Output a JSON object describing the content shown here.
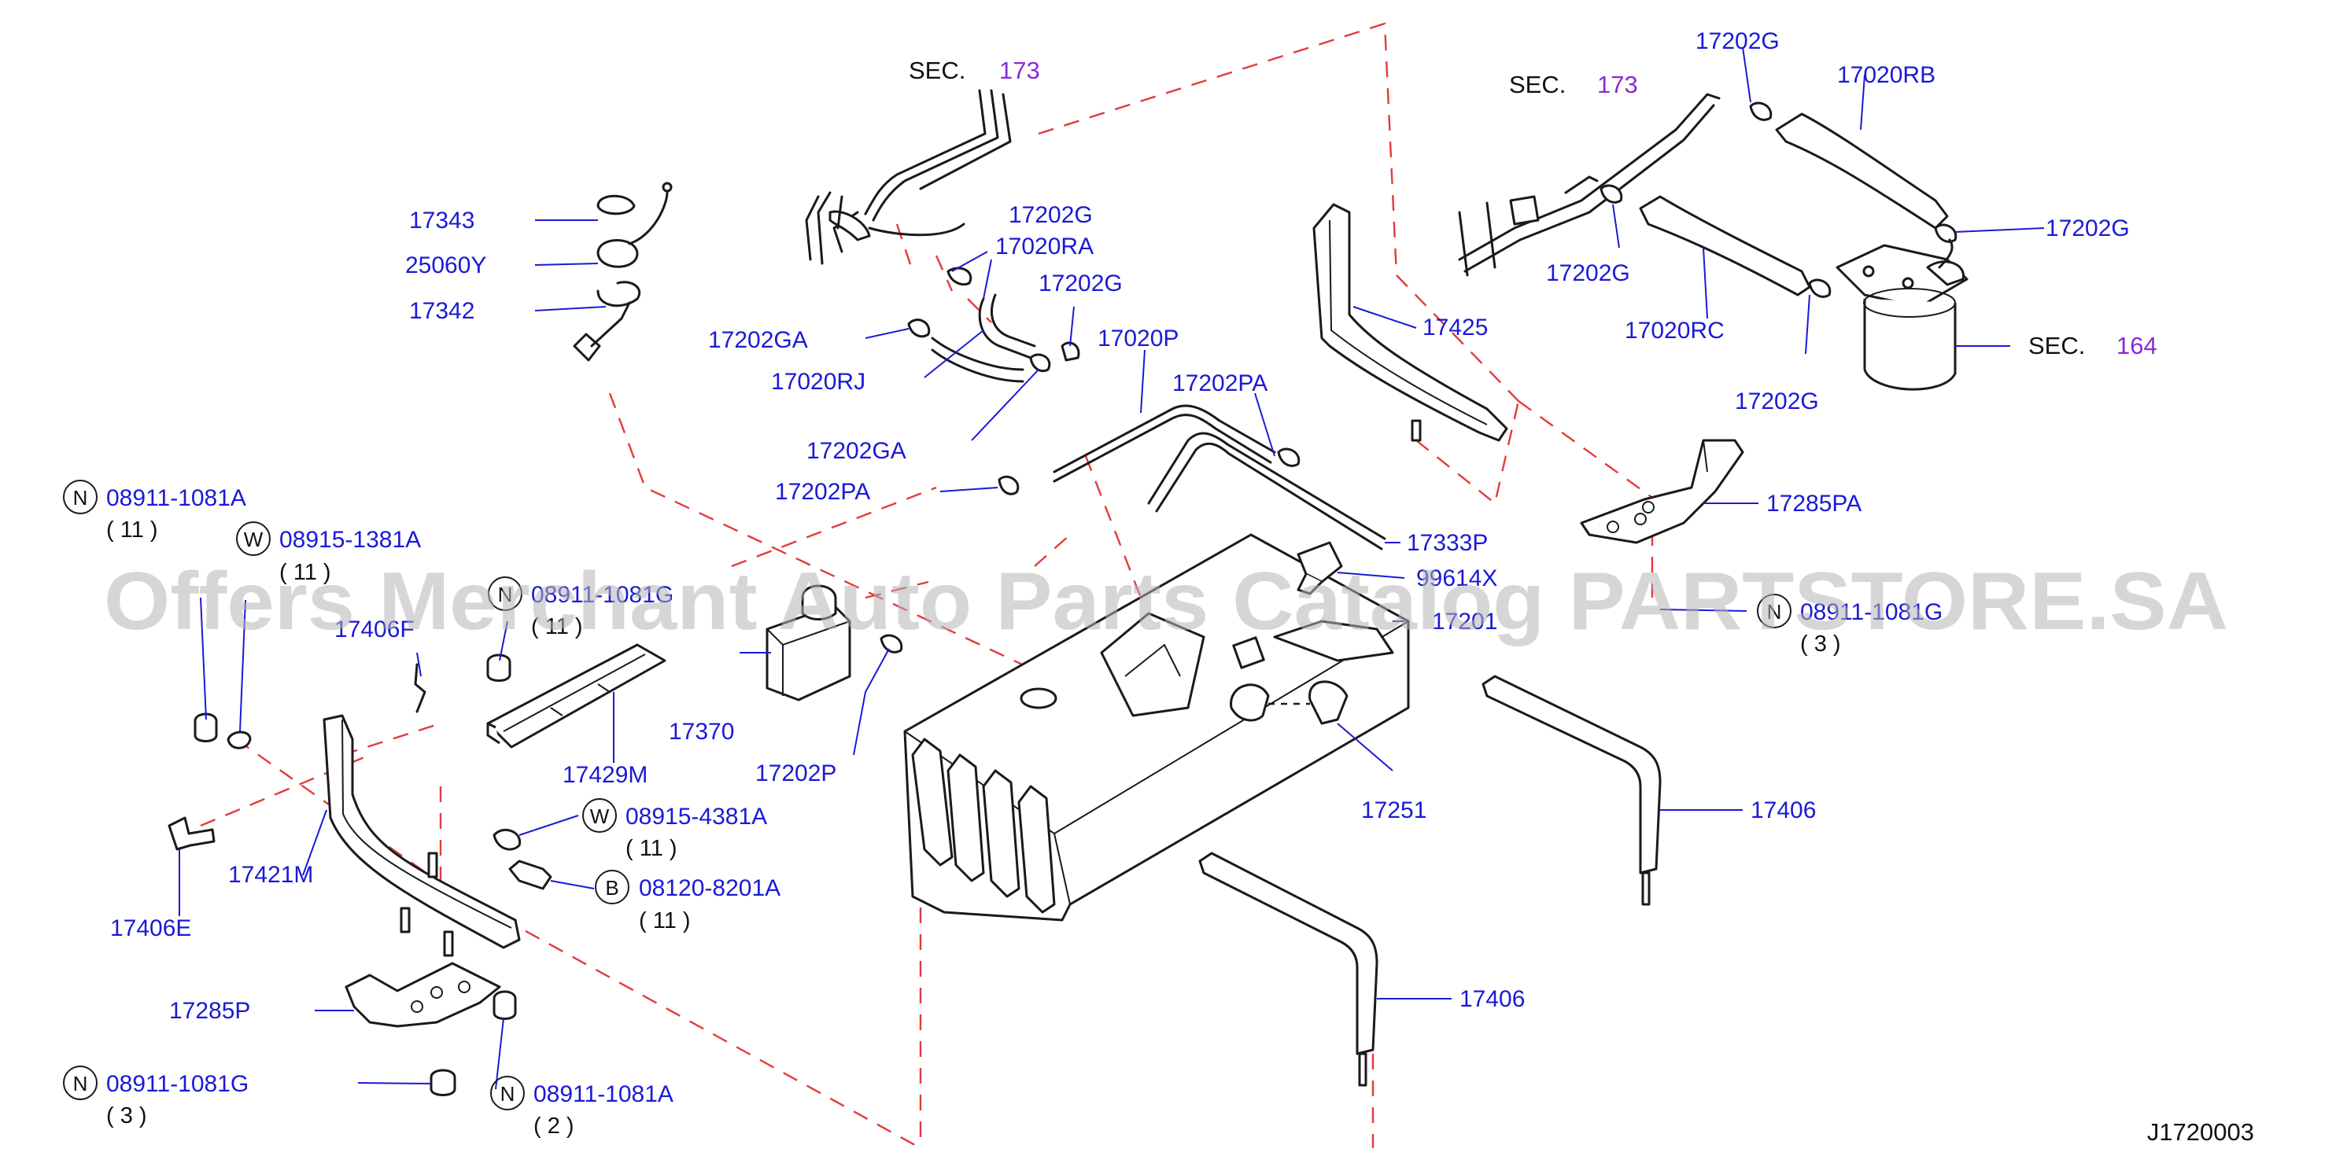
{
  "diagram_code": "J1720003",
  "watermark": "Offers Merchant Auto Parts Catalog PARTSTORE.SA",
  "sections": [
    {
      "prefix": "SEC.",
      "number": "173"
    },
    {
      "prefix": "SEC.",
      "number": "173"
    },
    {
      "prefix": "SEC.",
      "number": "164"
    }
  ],
  "parts": [
    "17343",
    "25060Y",
    "17342",
    "17202G",
    "17020RA",
    "17202G",
    "17202GA",
    "17020RJ",
    "17202GA",
    "17020P",
    "17202PA",
    "17202PA",
    "17202G",
    "17020RB",
    "17202G",
    "17202G",
    "17020RC",
    "17202G",
    "17425",
    "17285PA",
    "17333P",
    "99614X",
    "17201",
    "17370",
    "17202P",
    "17429M",
    "17406F",
    "17421M",
    "17406E",
    "17251",
    "17406",
    "17406",
    "17285P"
  ],
  "fasteners": [
    {
      "symbol": "N",
      "part": "08911-1081A",
      "qty": "( 11 )"
    },
    {
      "symbol": "W",
      "part": "08915-1381A",
      "qty": "( 11 )"
    },
    {
      "symbol": "N",
      "part": "08911-1081G",
      "qty": "( 11 )"
    },
    {
      "symbol": "W",
      "part": "08915-4381A",
      "qty": "( 11 )"
    },
    {
      "symbol": "B",
      "part": "08120-8201A",
      "qty": "( 11 )"
    },
    {
      "symbol": "N",
      "part": "08911-1081G",
      "qty": "( 3 )"
    },
    {
      "symbol": "N",
      "part": "08911-1081A",
      "qty": "( 2 )"
    },
    {
      "symbol": "N",
      "part": "08911-1081G",
      "qty": "( 3 )"
    }
  ]
}
